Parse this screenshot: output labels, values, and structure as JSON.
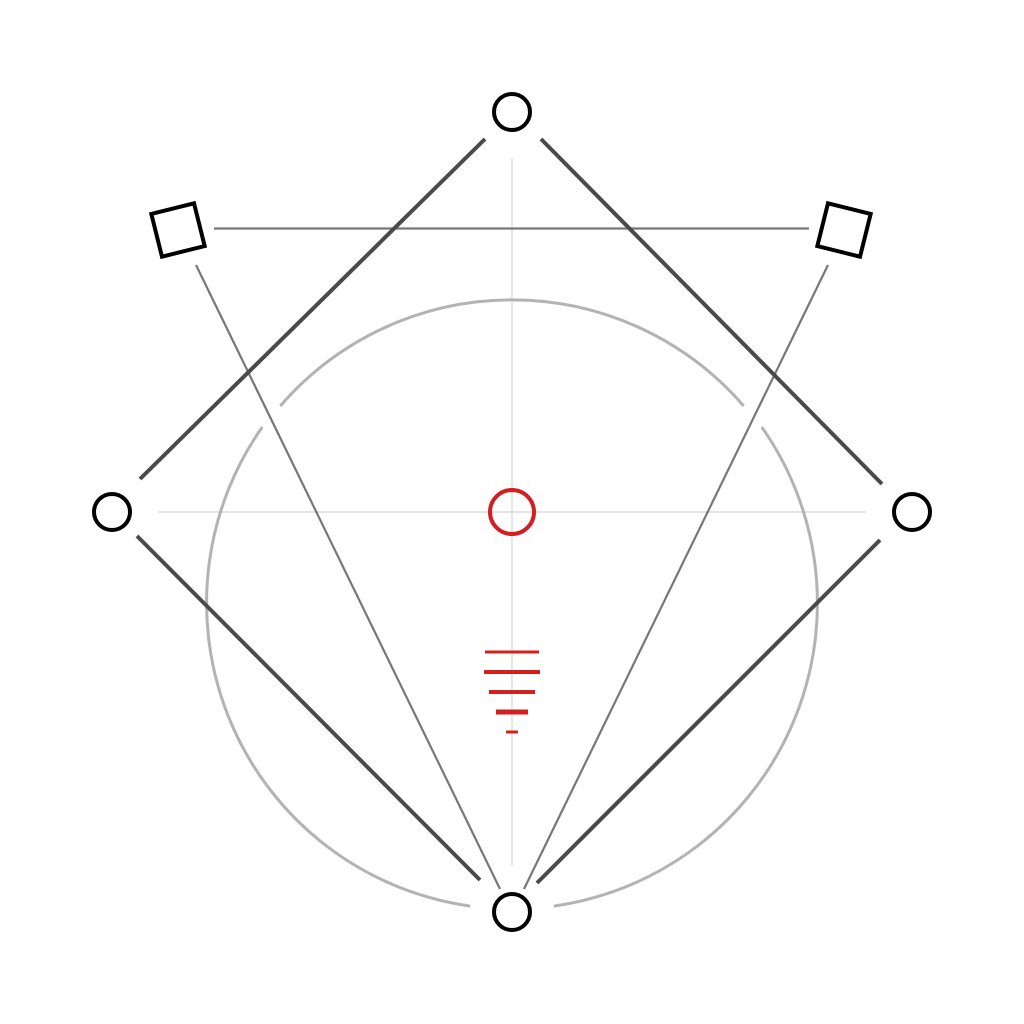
{
  "diagram": {
    "colors": {
      "background": "#ffffff",
      "primary_stroke": "#4a4a4a",
      "secondary_stroke": "#777777",
      "guide_circle": "#b3b3b3",
      "crosshair": "#d4d4d4",
      "node_stroke": "#000000",
      "accent": "#d31f1f"
    },
    "nodes": [
      {
        "id": "node-top",
        "shape": "circle",
        "icon": "circle-node-icon"
      },
      {
        "id": "node-left",
        "shape": "circle",
        "icon": "circle-node-icon"
      },
      {
        "id": "node-right",
        "shape": "circle",
        "icon": "circle-node-icon"
      },
      {
        "id": "node-bottom",
        "shape": "circle",
        "icon": "circle-node-icon"
      },
      {
        "id": "node-upper-left",
        "shape": "square",
        "icon": "square-node-icon"
      },
      {
        "id": "node-upper-right",
        "shape": "square",
        "icon": "square-node-icon"
      },
      {
        "id": "node-center",
        "shape": "circle",
        "icon": "target-ring-icon"
      }
    ],
    "edges": [
      {
        "from": "node-top",
        "to": "node-left",
        "weight": "primary"
      },
      {
        "from": "node-top",
        "to": "node-right",
        "weight": "primary"
      },
      {
        "from": "node-left",
        "to": "node-bottom",
        "weight": "primary"
      },
      {
        "from": "node-right",
        "to": "node-bottom",
        "weight": "primary"
      },
      {
        "from": "node-upper-left",
        "to": "node-upper-right",
        "weight": "secondary"
      },
      {
        "from": "node-upper-left",
        "to": "node-bottom",
        "weight": "secondary"
      },
      {
        "from": "node-upper-right",
        "to": "node-bottom",
        "weight": "secondary"
      }
    ],
    "ground_symbol": {
      "icon": "ground-symbol-icon",
      "bar_count": 5
    }
  }
}
